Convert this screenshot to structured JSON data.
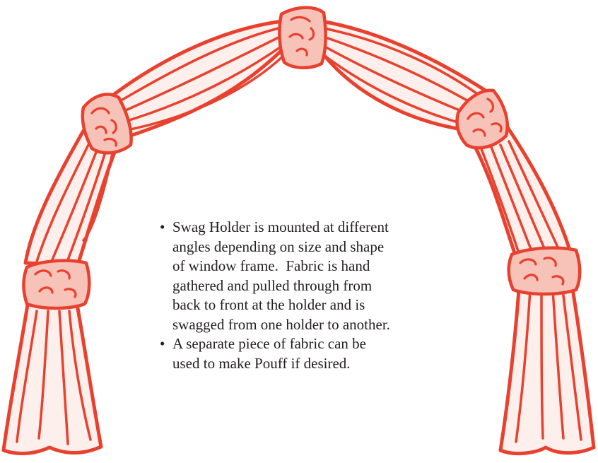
{
  "notes": [
    {
      "lines": [
        "Swag Holder is mounted at different",
        "angles depending on size and shape",
        "of window frame.  Fabric is hand",
        "gathered and pulled through from",
        "back to front at the holder and is",
        "swagged from one holder to another."
      ]
    },
    {
      "lines": [
        "A separate piece of fabric can be",
        "used to make Pouff if desired."
      ]
    }
  ],
  "colors": {
    "outline": "#e8412f",
    "fabric": "#fdf0ec",
    "holder": "#f7c2b8",
    "text": "#231f20"
  }
}
